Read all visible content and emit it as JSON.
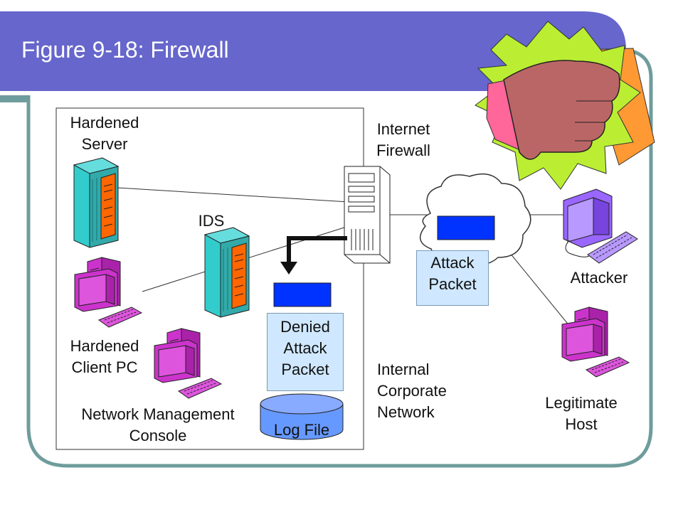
{
  "title": "Figure 9-18: Firewall",
  "labels": {
    "hardened_server": [
      "Hardened",
      "Server"
    ],
    "ids": "IDS",
    "internet_firewall": [
      "Internet",
      "Firewall"
    ],
    "attacker": "Attacker",
    "attack_packet": [
      "Attack",
      "Packet"
    ],
    "denied_attack_packet": [
      "Denied",
      "Attack",
      "Packet"
    ],
    "hardened_client_pc": [
      "Hardened",
      "Client PC"
    ],
    "network_management_console": [
      "Network Management",
      "Console"
    ],
    "log_file": "Log File",
    "internal_network": [
      "Internal",
      "Corporate",
      "Network"
    ],
    "legitimate_host": [
      "Legitimate",
      "Host"
    ]
  },
  "colors": {
    "title_bar": "#6666cc",
    "frame": "#6f9c9c",
    "server_body": "#33cccc",
    "server_panel": "#ff6600",
    "pc": "#cc33cc",
    "attacker_pc": "#9966ff",
    "packet": "#0033ff",
    "label_box": "#cfe8ff",
    "log_cylinder": "#6699ff"
  },
  "icons": [
    "hardened-server-icon",
    "ids-server-icon",
    "firewall-server-icon",
    "internet-cloud-icon",
    "attacker-pc-icon",
    "legitimate-host-pc-icon",
    "hardened-client-pc-icon",
    "nms-console-pc-icon",
    "log-file-cylinder-icon",
    "thumbs-down-icon"
  ]
}
